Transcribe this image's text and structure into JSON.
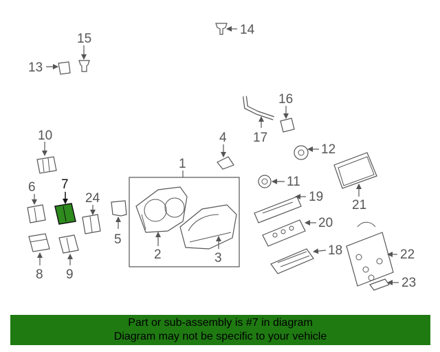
{
  "diagram": {
    "highlight_color": "#2e8b1e",
    "callouts": [
      {
        "id": "1",
        "label": "1"
      },
      {
        "id": "2",
        "label": "2"
      },
      {
        "id": "3",
        "label": "3"
      },
      {
        "id": "4",
        "label": "4"
      },
      {
        "id": "5",
        "label": "5"
      },
      {
        "id": "6",
        "label": "6"
      },
      {
        "id": "7",
        "label": "7"
      },
      {
        "id": "8",
        "label": "8"
      },
      {
        "id": "9",
        "label": "9"
      },
      {
        "id": "10",
        "label": "10"
      },
      {
        "id": "11",
        "label": "11"
      },
      {
        "id": "12",
        "label": "12"
      },
      {
        "id": "13",
        "label": "13"
      },
      {
        "id": "14",
        "label": "14"
      },
      {
        "id": "15",
        "label": "15"
      },
      {
        "id": "16",
        "label": "16"
      },
      {
        "id": "17",
        "label": "17"
      },
      {
        "id": "18",
        "label": "18"
      },
      {
        "id": "19",
        "label": "19"
      },
      {
        "id": "20",
        "label": "20"
      },
      {
        "id": "21",
        "label": "21"
      },
      {
        "id": "22",
        "label": "22"
      },
      {
        "id": "23",
        "label": "23"
      },
      {
        "id": "24",
        "label": "24"
      }
    ],
    "highlighted_part": "7"
  },
  "footer": {
    "line1": "Part or sub-assembly is #7 in diagram",
    "line2": "Diagram may not be specific to your vehicle",
    "background": "#1f7a12"
  }
}
